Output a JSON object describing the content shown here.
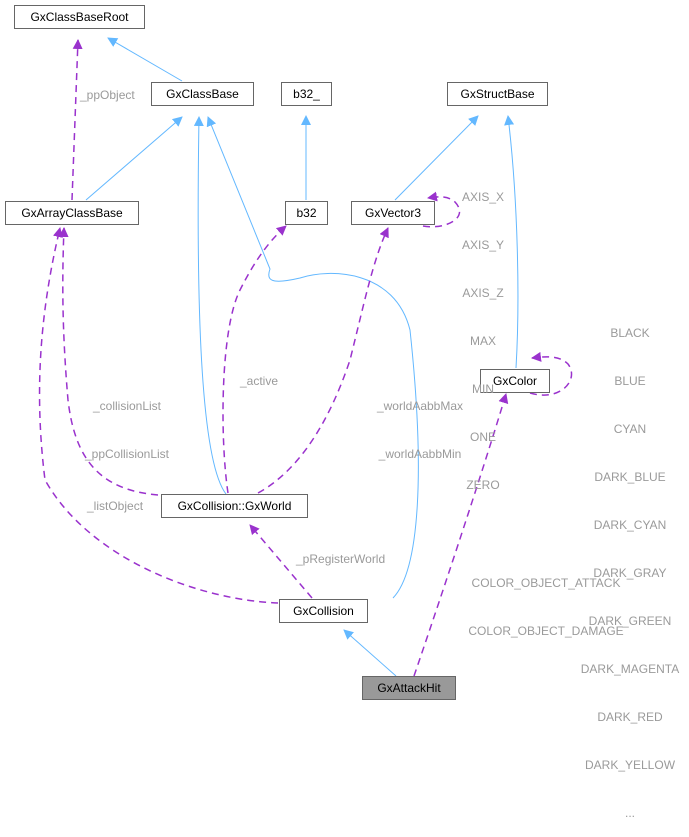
{
  "nodes": {
    "classbaseroot": "GxClassBaseRoot",
    "classbase": "GxClassBase",
    "b32_": "b32_",
    "structbase": "GxStructBase",
    "arrayclassbase": "GxArrayClassBase",
    "b32": "b32",
    "vector3": "GxVector3",
    "color": "GxColor",
    "world": "GxCollision::GxWorld",
    "collision": "GxCollision",
    "attackhit": "GxAttackHit"
  },
  "edge_labels": {
    "ppObject": "_ppObject",
    "vector3_self": [
      "AXIS_X",
      "AXIS_Y",
      "AXIS_Z",
      "MAX",
      "MIN",
      "ONE",
      "ZERO"
    ],
    "color_self": [
      "BLACK",
      "BLUE",
      "CYAN",
      "DARK_BLUE",
      "DARK_CYAN",
      "DARK_GRAY",
      "DARK_GREEN",
      "DARK_MAGENTA",
      "DARK_RED",
      "DARK_YELLOW",
      "..."
    ],
    "collisionList": [
      "_collisionList",
      "_ppCollisionList"
    ],
    "active": "_active",
    "worldAabb": [
      "_worldAabbMax",
      "_worldAabbMin"
    ],
    "listObject": "_listObject",
    "pRegisterWorld": "_pRegisterWorld",
    "colorObject": [
      "COLOR_OBJECT_ATTACK",
      "COLOR_OBJECT_DAMAGE"
    ]
  },
  "colors": {
    "inheritance": "#63b8ff",
    "usage": "#9a32cd",
    "label": "#9a9a9a",
    "focus_fill": "#999999"
  }
}
